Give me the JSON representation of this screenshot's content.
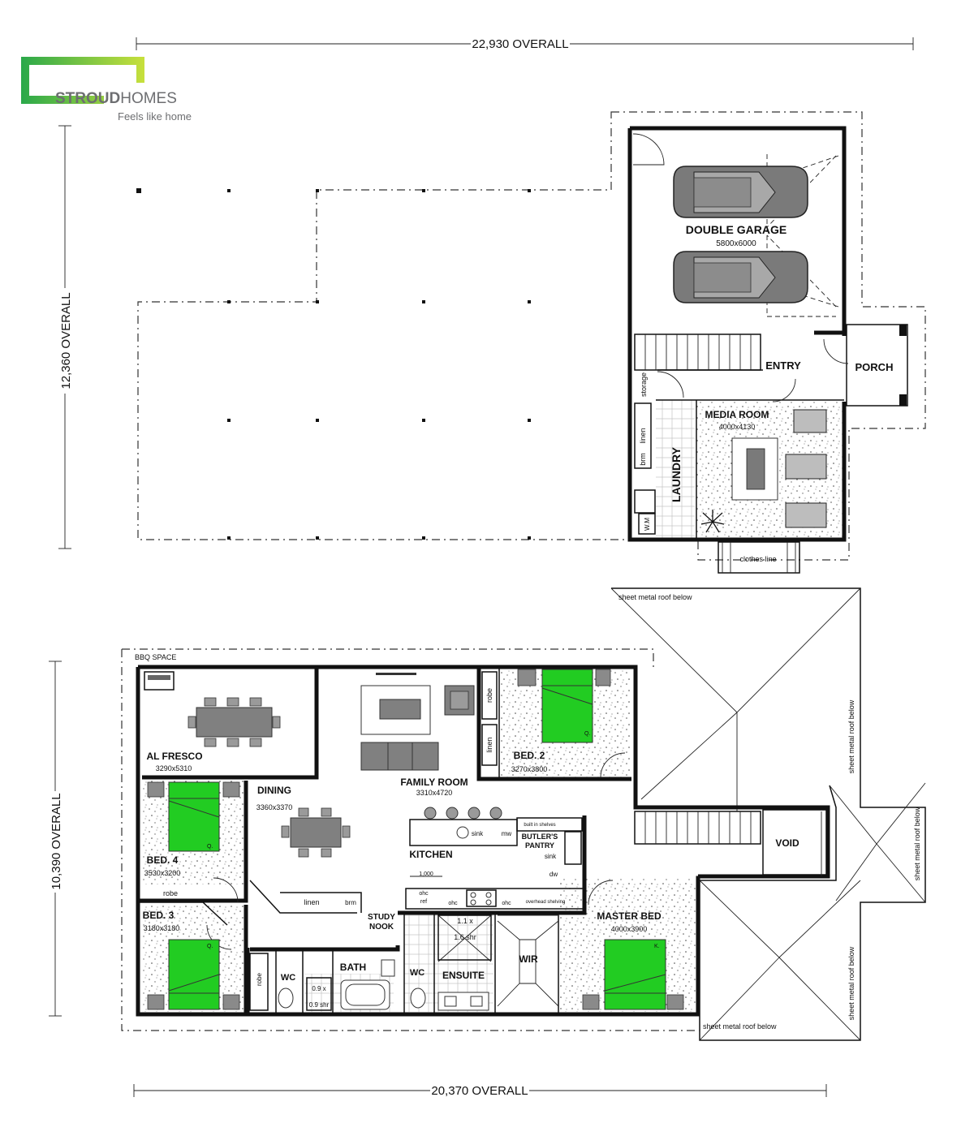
{
  "brand": {
    "name_bold": "STROUD",
    "name_light": "HOMES",
    "tagline": "Feels like home",
    "colors": {
      "logo_green_dark": "#2aa84a",
      "logo_green_light": "#c8e03c",
      "brand_grey": "#6d6e71"
    }
  },
  "dimensions": {
    "upper_overall_width": "22,930 OVERALL",
    "upper_overall_depth": "12,360 OVERALL",
    "lower_overall_depth": "10,390 OVERALL",
    "lower_overall_width": "20,370 OVERALL"
  },
  "upper_floor": {
    "garage": {
      "name": "DOUBLE GARAGE",
      "size": "5800x6000"
    },
    "entry": "ENTRY",
    "porch": "PORCH",
    "storage": "storage",
    "linen": "linen",
    "broom": "brm",
    "laundry": "LAUNDRY",
    "washing_machine": "W.M",
    "media_room": {
      "name": "MEDIA ROOM",
      "size": "4000x4130"
    },
    "clothes_line": "clothes line"
  },
  "lower_floor": {
    "roof_notes": {
      "top": "sheet metal roof below",
      "right_upper": "sheet metal roof below",
      "right_middle": "sheet metal roof below",
      "right_lower": "sheet metal roof below",
      "bottom": "sheet metal roof below"
    },
    "bbq_space": "BBQ SPACE",
    "alfresco": {
      "name": "AL FRESCO",
      "size": "3290x5310"
    },
    "family_room": {
      "name": "FAMILY ROOM",
      "size": "3310x4720"
    },
    "dining": {
      "name": "DINING",
      "size": "3360x3370"
    },
    "bed2": {
      "name": "BED. 2",
      "size": "3270x3800",
      "robe": "robe",
      "linen": "linen"
    },
    "bed4": {
      "name": "BED. 4",
      "size": "3530x3200",
      "robe": "robe"
    },
    "bed3": {
      "name": "BED. 3",
      "size": "3180x3180",
      "robe": "robe"
    },
    "kitchen": {
      "name": "KITCHEN",
      "sink": "sink",
      "mw": "mw",
      "bench_dim": "1,000"
    },
    "butlers_pantry": {
      "name_line1": "BUTLER'S",
      "name_line2": "PANTRY",
      "shelves": "built in shelves",
      "sink": "sink",
      "dw": "dw",
      "overhead": "overhead shelving"
    },
    "cupboards": {
      "ohc": "ohc",
      "ref": "ref"
    },
    "void": "VOID",
    "hall": {
      "linen": "linen",
      "broom": "brm"
    },
    "study_nook": {
      "line1": "STUDY",
      "line2": "NOOK"
    },
    "wc1": "WC",
    "bath": {
      "name": "BATH",
      "shower_line1": "0.9 x",
      "shower_line2": "0.9 shr"
    },
    "wc2": "WC",
    "ensuite": {
      "name": "ENSUITE",
      "shower_line1": "1.1 x",
      "shower_line2": "1.6 shr"
    },
    "wir": "WIR",
    "master_bed": {
      "name": "MASTER BED",
      "size": "4000x3900"
    },
    "bed_marks": {
      "queen": "Q.",
      "king": "K."
    }
  }
}
